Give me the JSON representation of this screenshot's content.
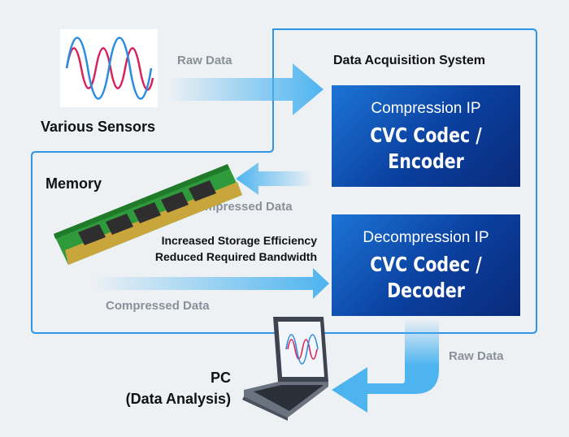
{
  "system": {
    "title": "Data Acquisition System"
  },
  "sensors": {
    "label": "Various Sensors",
    "icon": "sine-wave-icon"
  },
  "memory": {
    "label": "Memory",
    "icon": "ram-module-icon",
    "benefit_1": "Increased Storage Efficiency",
    "benefit_2": "Reduced Required Bandwidth"
  },
  "pc": {
    "label_1": "PC",
    "label_2": "(Data Analysis)",
    "icon": "laptop-icon"
  },
  "encoder": {
    "title": "Compression IP",
    "codec_1": "CVC Codec /",
    "codec_2": "Encoder"
  },
  "decoder": {
    "title": "Decompression IP",
    "codec_1": "CVC Codec /",
    "codec_2": "Decoder"
  },
  "arrows": {
    "raw_in": "Raw Data",
    "compressed_out": "Compressed Data",
    "compressed_in": "Compressed Data",
    "raw_out": "Raw Data"
  },
  "colors": {
    "outline": "#2f95e4",
    "box_dark": "#0a2a7a",
    "box_light": "#1c74d6",
    "arrow": "#4db4f0",
    "wave_red": "#d6245a",
    "wave_blue": "#2a8de0"
  }
}
